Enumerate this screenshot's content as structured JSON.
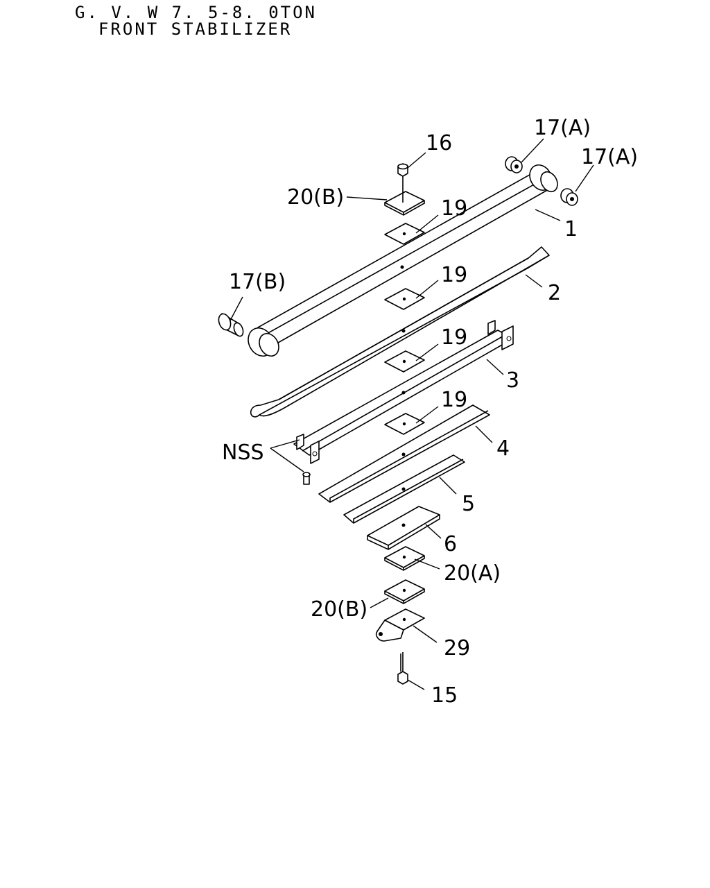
{
  "header": {
    "line1": "G. V. W 7. 5-8. 0TON",
    "line2": "FRONT STABILIZER"
  },
  "callouts": {
    "c16": "16",
    "c17a_1": "17(A)",
    "c17a_2": "17(A)",
    "c20b_top": "20(B)",
    "c19_1": "19",
    "c1": "1",
    "c17b": "17(B)",
    "c19_2": "19",
    "c2": "2",
    "c19_3": "19",
    "c3": "3",
    "c19_4": "19",
    "nss": "NSS",
    "c4": "4",
    "c5": "5",
    "c6": "6",
    "c20a": "20(A)",
    "c20b_bottom": "20(B)",
    "c29": "29",
    "c15": "15"
  }
}
